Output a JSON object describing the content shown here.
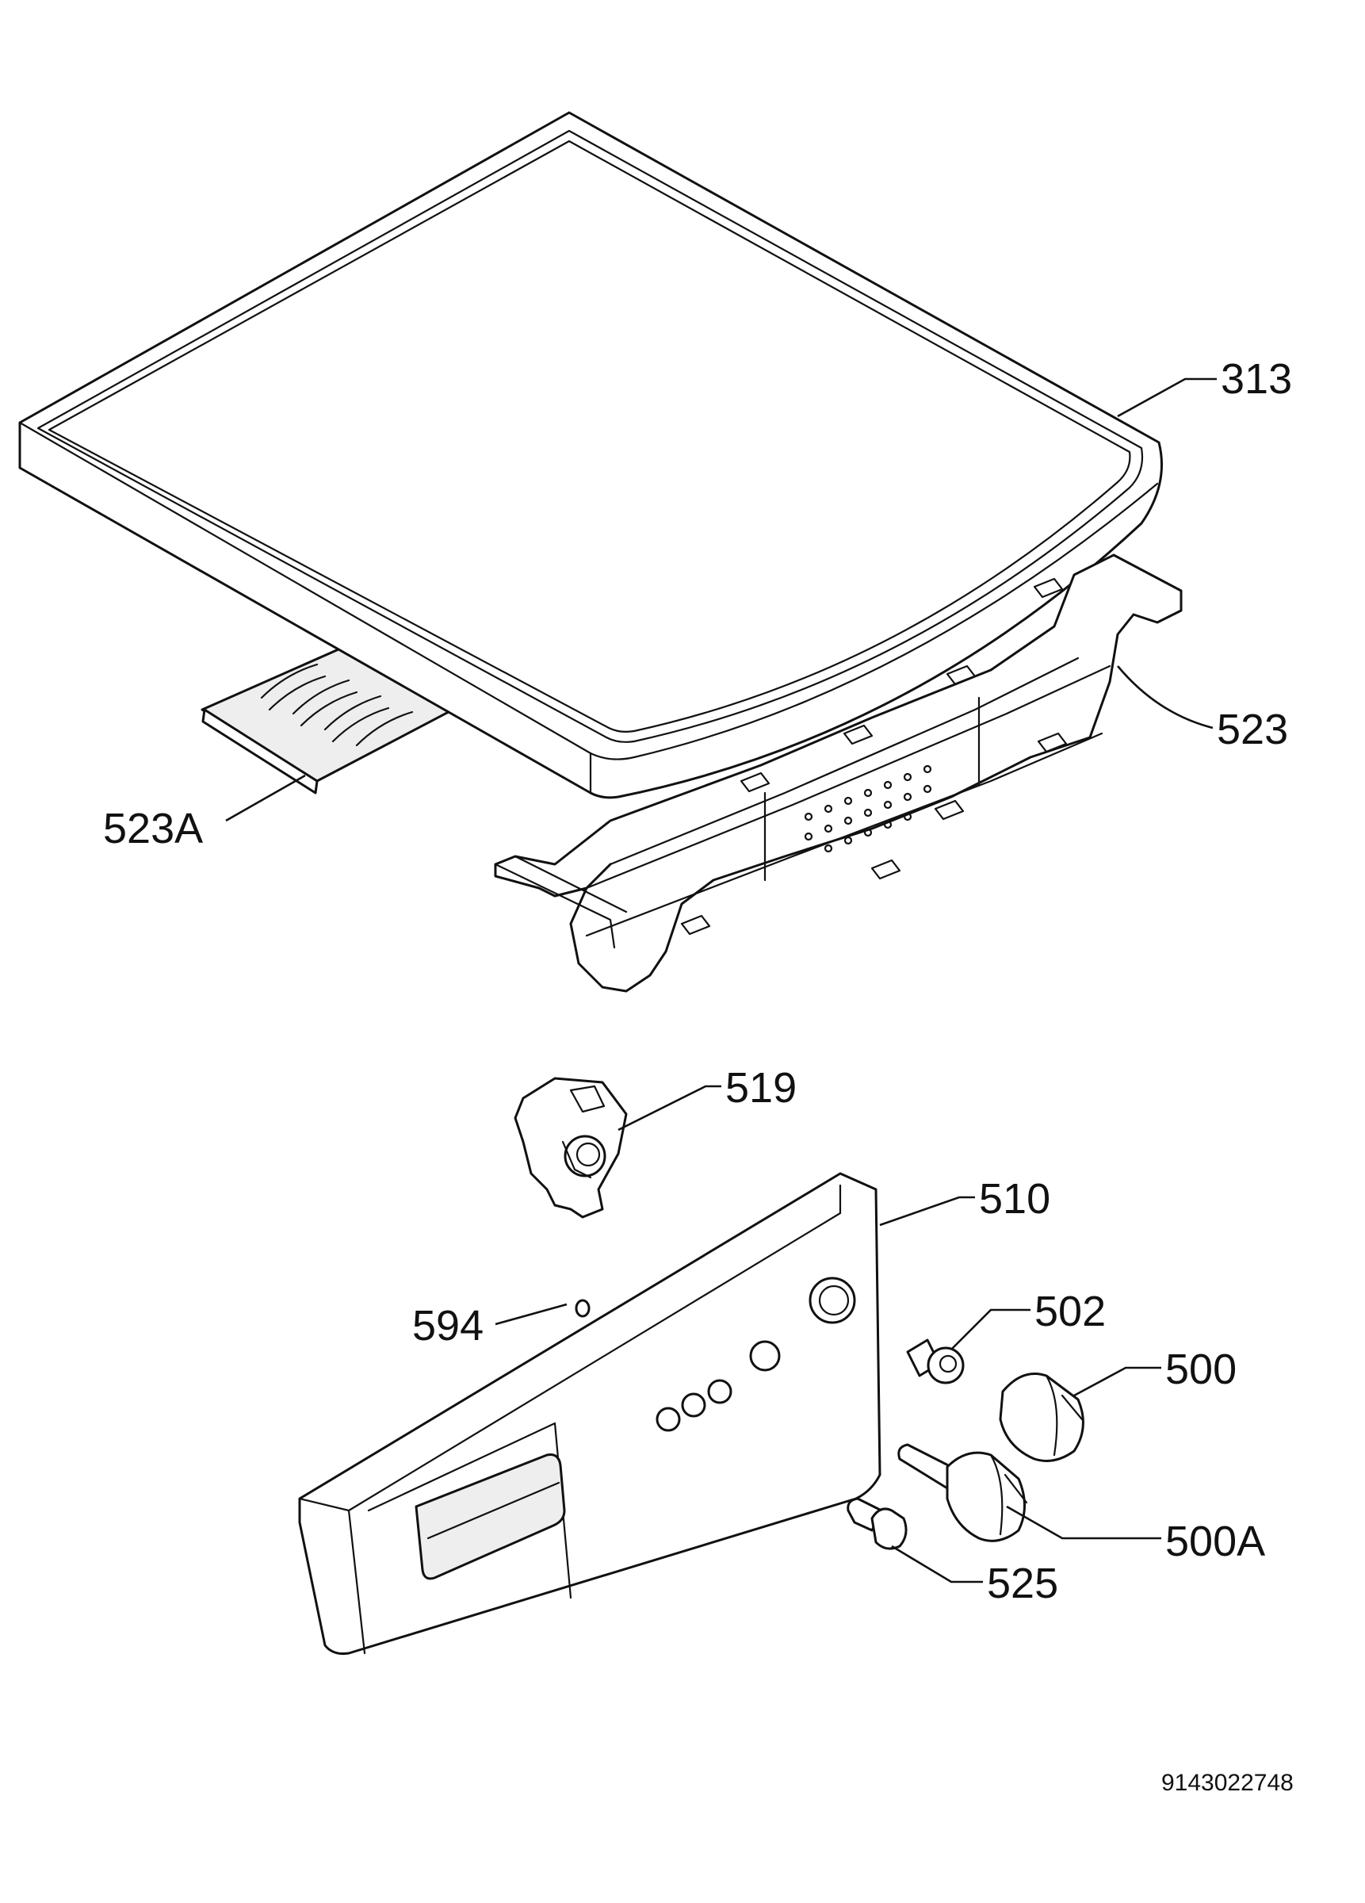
{
  "diagram": {
    "callouts": [
      {
        "id": "313"
      },
      {
        "id": "523"
      },
      {
        "id": "523A"
      },
      {
        "id": "519"
      },
      {
        "id": "510"
      },
      {
        "id": "594"
      },
      {
        "id": "502"
      },
      {
        "id": "500"
      },
      {
        "id": "500A"
      },
      {
        "id": "525"
      }
    ],
    "document_number": "9143022748"
  },
  "colors": {
    "line": "#111111",
    "background": "#ffffff",
    "shade": "#eeeeee"
  }
}
